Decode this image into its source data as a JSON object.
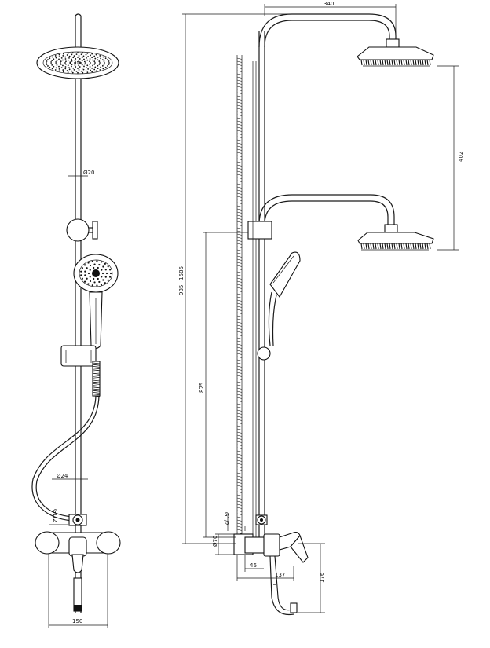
{
  "dimensions": {
    "width_overhead": "340",
    "height_range": "985~1585",
    "head_drop": "402",
    "bar_diameter": "Ø20",
    "bar_height": "825",
    "pipe_diameter": "Ø24",
    "thread_front": "G1/2",
    "thread_side": "G1/2",
    "flange_diameter": "Ø70",
    "spout_offset": "46",
    "spout_reach": "137",
    "spout_height": "176",
    "center_distance": "150"
  }
}
